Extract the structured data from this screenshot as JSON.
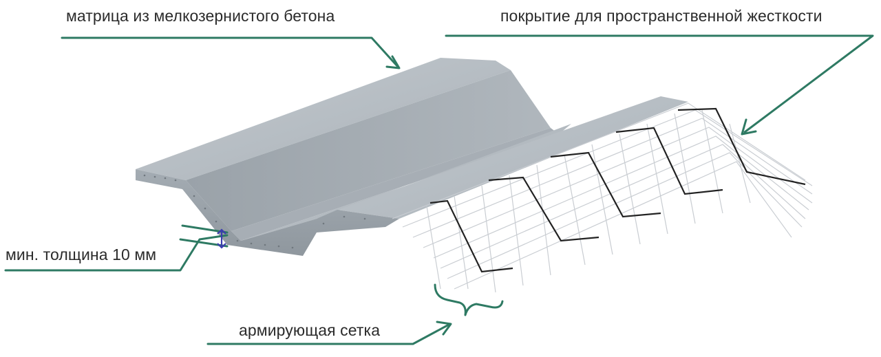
{
  "labels": {
    "matrix": "матрица из мелкозернистого бетона",
    "coating": "покрытие для пространственной жесткости",
    "thickness": "мин. толщина 10 мм",
    "mesh": "армирующая сетка"
  },
  "colors": {
    "leader_line": "#2e7a63",
    "concrete_top": "#b9c0c6",
    "concrete_side": "#9ea6ad",
    "mesh_light": "#c9cdd2",
    "mesh_dark": "#222222",
    "dimension_marker": "#3b3bb0"
  }
}
